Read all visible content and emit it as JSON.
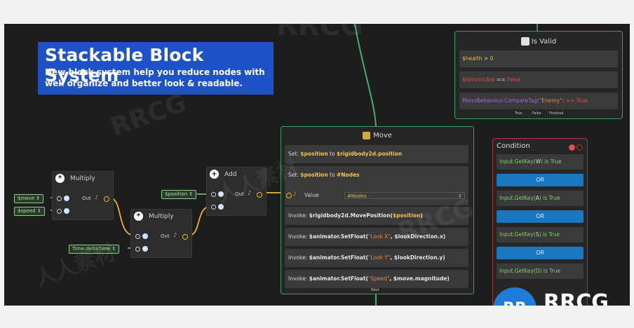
{
  "banner": {
    "title": "Stackable Block System",
    "description": "New block system help you reduce nodes with well organize and better look & readable."
  },
  "nodes": {
    "multiply1": {
      "title": "Multiply",
      "out": "Out"
    },
    "multiply2": {
      "title": "Multiply",
      "out": "Out"
    },
    "add": {
      "title": "Add",
      "out": "Out"
    }
  },
  "variables": {
    "move": "$move",
    "speed": "$speed",
    "position": "$position",
    "deltatime": "Time.deltaTime"
  },
  "move_group": {
    "title": "Move",
    "rows": [
      {
        "prefix": "Set:",
        "a": "$position",
        "mid": " to ",
        "b": "$rigidbody2d.position"
      },
      {
        "prefix": "Set:",
        "a": "$position",
        "mid": " to ",
        "b": "#Nodes"
      },
      {
        "prefix": "Invoke:",
        "a": "$rigidbody2d.MovePosition(",
        "mid": "$position",
        "b": ")"
      },
      {
        "prefix": "Invoke:",
        "a": "$animator.SetFloat(",
        "mid": "\"Look X\"",
        "b": ", $lookDirection.x)"
      },
      {
        "prefix": "Invoke:",
        "a": "$animator.SetFloat(",
        "mid": "\"Look Y\"",
        "b": ", $lookDirection.y)"
      },
      {
        "prefix": "Invoke:",
        "a": "$animator.SetFloat(",
        "mid": "\"Speed\"",
        "b": ", $move.magnitude)"
      }
    ],
    "value_label": "Value",
    "value_field": "#Nodes",
    "next": "Next"
  },
  "is_valid": {
    "title": "Is Valid",
    "rows": [
      {
        "a": "$health",
        "op": " > ",
        "b": "0"
      },
      {
        "a": "$isInvincible",
        "op": " == ",
        "b": "False"
      },
      {
        "a": "MonoBehaviour.CompareTag(",
        "op": "\"Enemy\"",
        "b": ") == True"
      }
    ],
    "footer": [
      "True",
      "False",
      "Finished"
    ]
  },
  "condition": {
    "title": "Condition",
    "rows": [
      {
        "a": "Input.GetKey(",
        "k": "W",
        "b": ") is True"
      },
      {
        "a": "Input.GetKey(",
        "k": "A",
        "b": ") is True"
      },
      {
        "a": "Input.GetKey(",
        "k": "S",
        "b": ") is True"
      }
    ],
    "or_label": "OR",
    "last_partial": "Input.GetKey(D) is True"
  },
  "watermark": {
    "brand": "RRCG",
    "cn": "人人素材"
  },
  "colors": {
    "banner": "#1f52c7",
    "group_border": "#3f9a68",
    "condition_border": "#a83a3a",
    "or_button": "#1b76c0",
    "wire": "#e8b22d",
    "wire_green": "#3fae73"
  }
}
